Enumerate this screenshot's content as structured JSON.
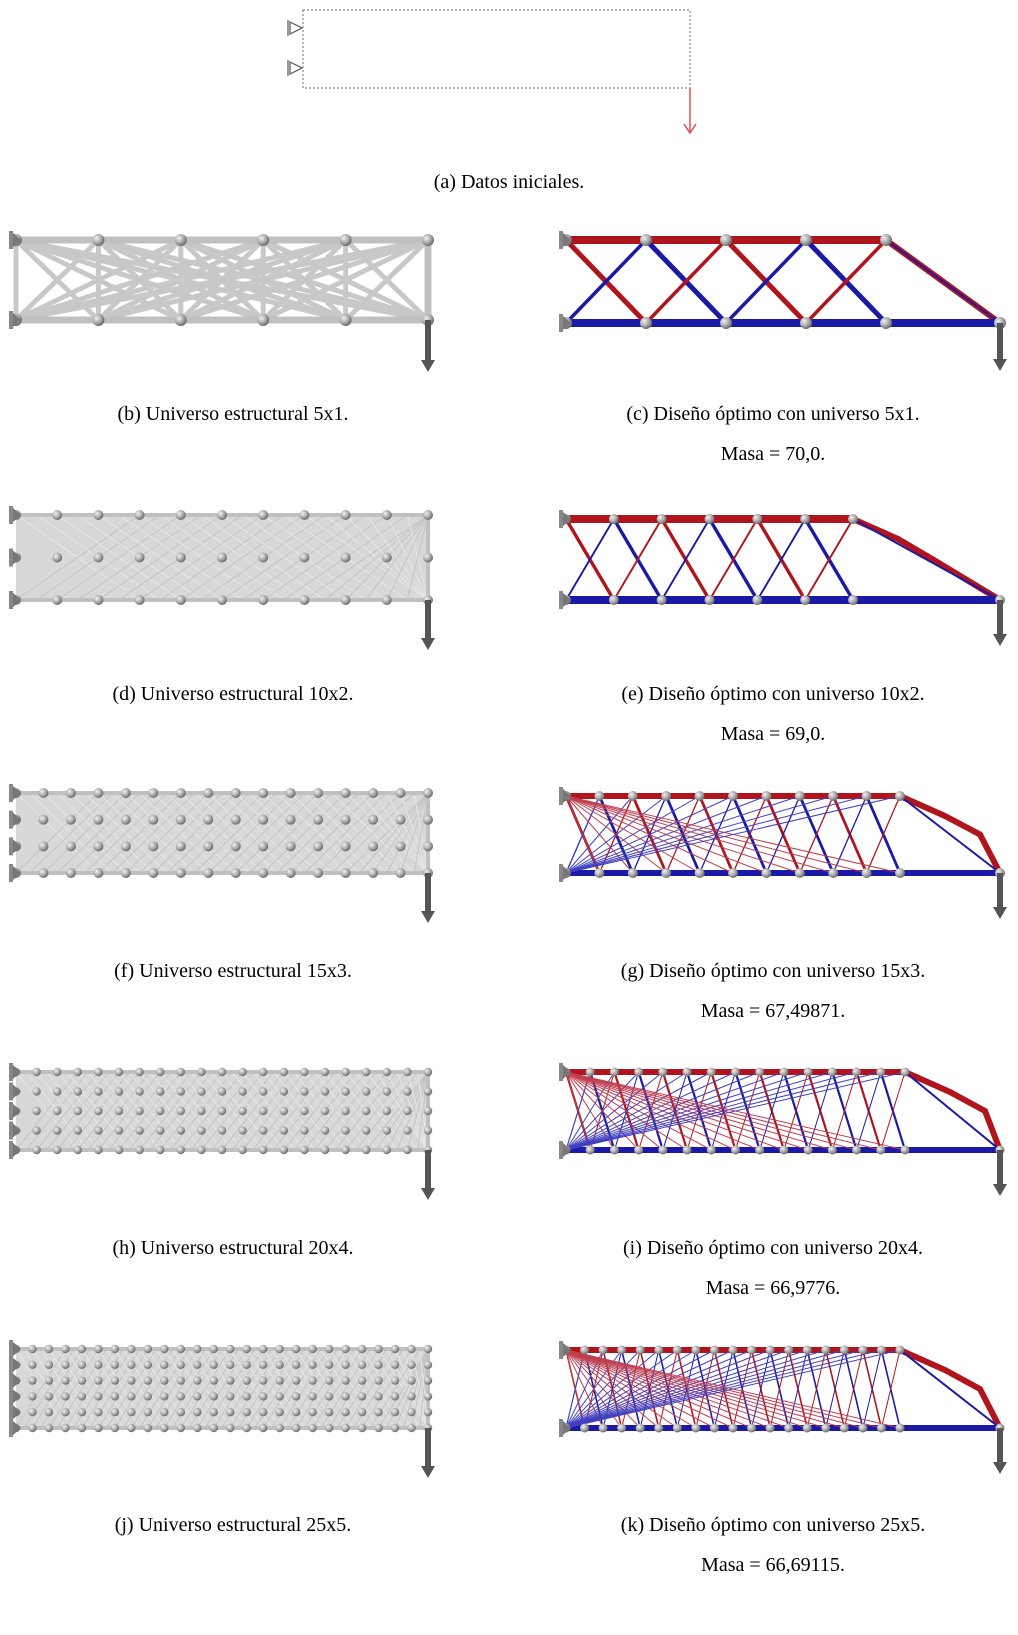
{
  "figure": {
    "panel_a": {
      "caption": "(a) Datos iniciales."
    },
    "rows": [
      {
        "left_caption": "(b) Universo estructural 5x1.",
        "right_caption": "(c) Diseño óptimo con universo 5x1.",
        "mass": "Masa = 70,0.",
        "grid": [
          5,
          1
        ]
      },
      {
        "left_caption": "(d) Universo estructural 10x2.",
        "right_caption": "(e) Diseño óptimo con universo 10x2.",
        "mass": "Masa = 69,0.",
        "grid": [
          10,
          2
        ]
      },
      {
        "left_caption": "(f) Universo estructural 15x3.",
        "right_caption": "(g) Diseño óptimo con universo 15x3.",
        "mass": "Masa = 67,49871.",
        "grid": [
          15,
          3
        ]
      },
      {
        "left_caption": "(h) Universo estructural 20x4.",
        "right_caption": "(i) Diseño óptimo con universo 20x4.",
        "mass": "Masa = 66,9776.",
        "grid": [
          20,
          4
        ]
      },
      {
        "left_caption": "(j) Universo estructural 25x5.",
        "right_caption": "(k) Diseño óptimo con universo 25x5.",
        "mass": "Masa = 66,69115.",
        "grid": [
          25,
          5
        ]
      }
    ],
    "colors": {
      "compression": "#b0141c",
      "tension": "#1a1aa6",
      "universe_bar": "#c8c8c8",
      "node": "#a9a9a9",
      "load": "#555555",
      "load_initial": "#e05050"
    }
  }
}
